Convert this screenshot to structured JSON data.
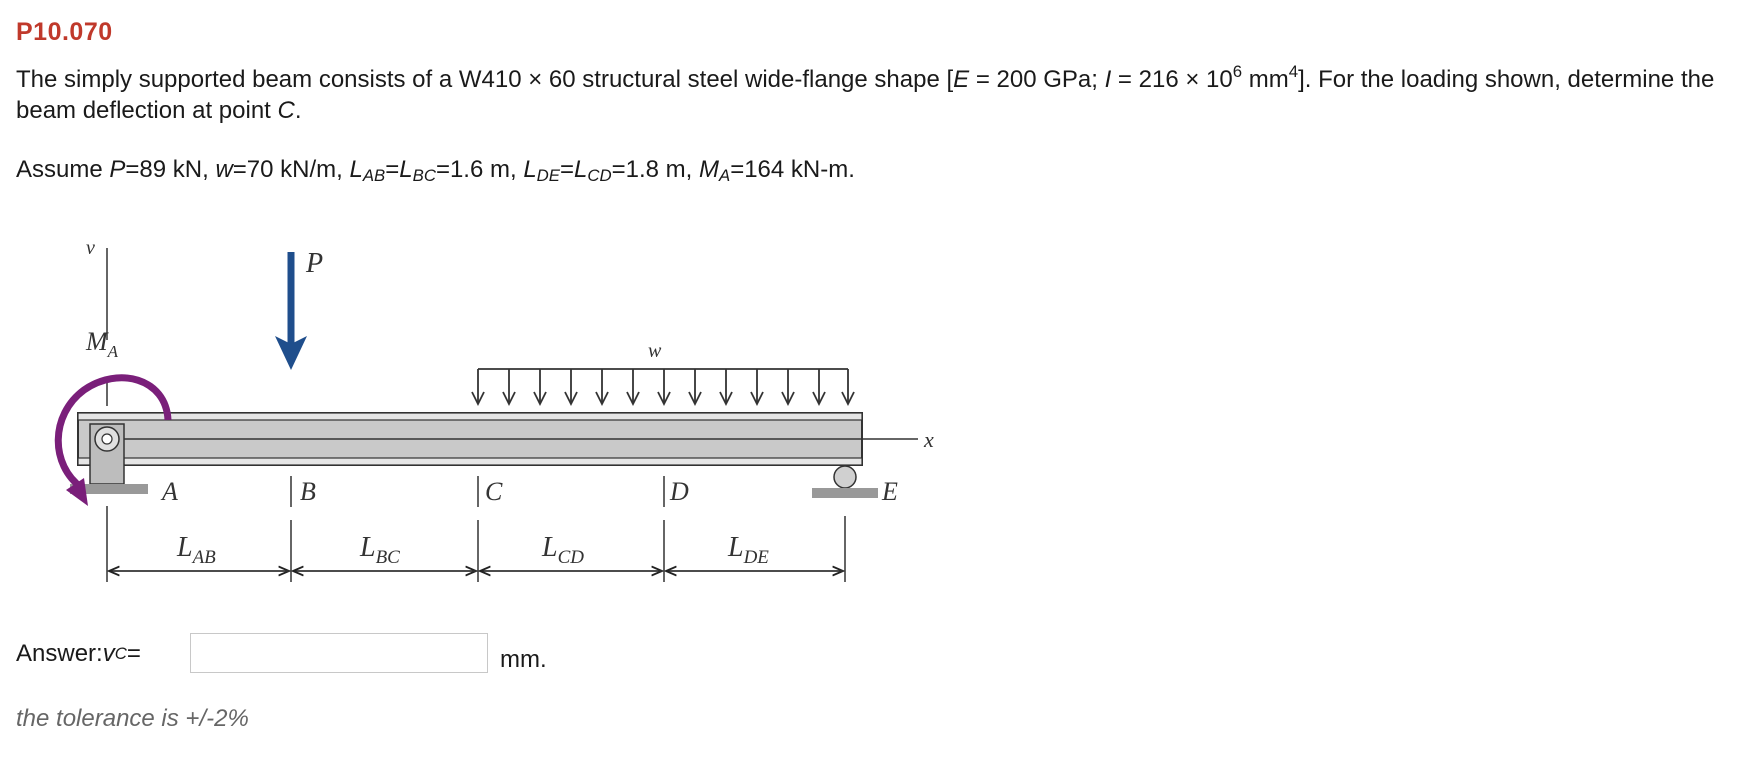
{
  "problem": {
    "id": "P10.070",
    "statement_1": "The simply supported beam consists of a W410 × 60 structural steel wide-flange shape [",
    "E_symbol": "E",
    "E_eq": " = 200 GPa; ",
    "I_symbol": "I",
    "I_eq": " = 216 × 10",
    "I_exp": "6",
    "mm": " mm",
    "mm_exp": "4",
    "statement_2": "]. For the loading shown, determine the beam deflection at point ",
    "point": "C",
    "period": "."
  },
  "assume": {
    "prefix": "Assume ",
    "P_sym": "P",
    "P_val": "=89 kN, ",
    "w_sym": "w",
    "w_val": "=70 kN/m, ",
    "L_sym": "L",
    "AB": "AB",
    "eq": "=",
    "BC": "BC",
    "LBC_val": "=1.6 m, ",
    "DE": "DE",
    "CD": "CD",
    "LCD_val": "=1.8 m, ",
    "M_sym": "M",
    "A": "A",
    "MA_val": "=164 kN-m."
  },
  "figure": {
    "v_label": "v",
    "P_label": "P",
    "MA_M": "M",
    "MA_sub": "A",
    "w_label": "w",
    "x_label": "x",
    "A": "A",
    "B": "B",
    "C": "C",
    "D": "D",
    "E": "E",
    "L": "L",
    "AB": "AB",
    "BC": "BC",
    "CD": "CD",
    "DE": "DE",
    "colors": {
      "load_arrow": "#1f4e8c",
      "moment": "#7a1f7a",
      "beam": "#c8c8c8"
    }
  },
  "answer": {
    "label": "Answer: ",
    "v": "v",
    "C": "C",
    "eq": " =",
    "value": "",
    "unit": "mm.",
    "tolerance": "the tolerance is +/-2%"
  }
}
